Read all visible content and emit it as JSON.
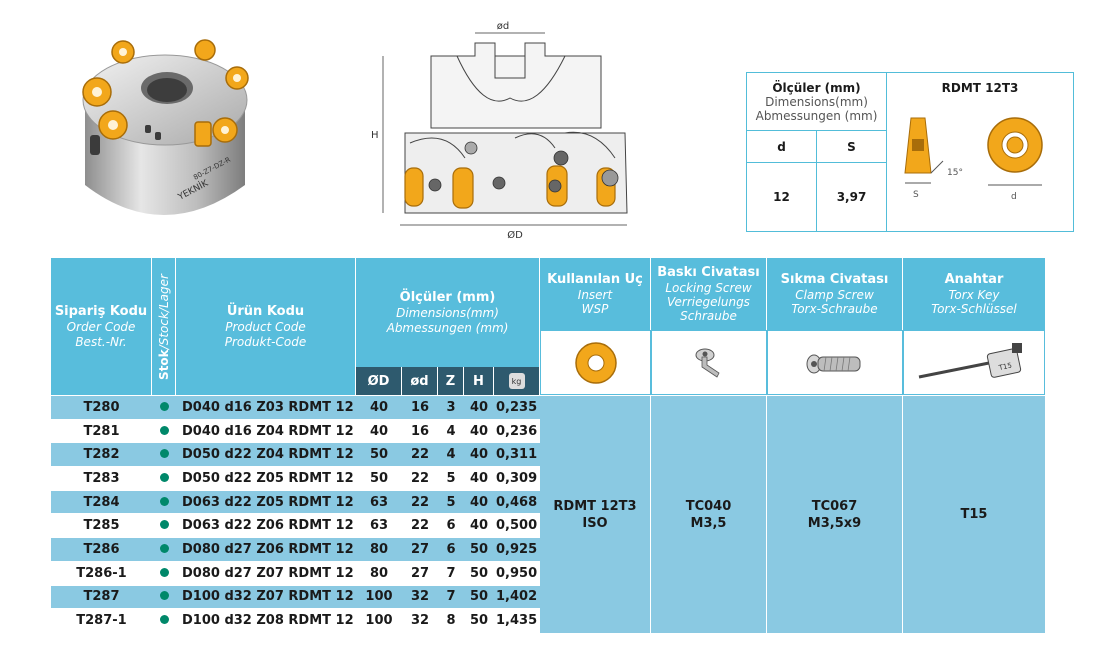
{
  "drawing": {
    "od": "ød",
    "od_big": "ØD",
    "h": "H"
  },
  "dims": {
    "header_main": "Ölçüler (mm)",
    "header_sub1": "Dimensions(mm)",
    "header_sub2": "Abmessungen (mm)",
    "insert_title": "RDMT 12T3",
    "col_d": "d",
    "col_s": "S",
    "val_d": "12",
    "val_s": "3,97",
    "angle": "15°",
    "dim_s": "S",
    "dim_d": "d"
  },
  "photo": {
    "brand_text": "YEKNİK",
    "code_text": "80-Z7-DZ-R"
  },
  "table": {
    "order": {
      "main": "Sipariş Kodu",
      "sub1": "Order Code",
      "sub2": "Best.-Nr."
    },
    "stock": {
      "main": "Stok",
      "sub": "/Stock/Lager"
    },
    "product": {
      "main": "Ürün Kodu",
      "sub1": "Product Code",
      "sub2": "Produkt-Code"
    },
    "dims": {
      "main": "Ölçüler (mm)",
      "sub1": "Dimensions(mm)",
      "sub2": "Abmessungen (mm)"
    },
    "cols": {
      "OD": "ØD",
      "od": "ød",
      "z": "Z",
      "h": "H",
      "kg": "kg"
    },
    "rows": [
      {
        "code": "T280",
        "product": "D040 d16 Z03 RDMT 12",
        "OD": "40",
        "od": "16",
        "z": "3",
        "h": "40",
        "w": "0,235"
      },
      {
        "code": "T281",
        "product": "D040 d16 Z04 RDMT 12",
        "OD": "40",
        "od": "16",
        "z": "4",
        "h": "40",
        "w": "0,236"
      },
      {
        "code": "T282",
        "product": "D050 d22 Z04 RDMT 12",
        "OD": "50",
        "od": "22",
        "z": "4",
        "h": "40",
        "w": "0,311"
      },
      {
        "code": "T283",
        "product": "D050 d22 Z05 RDMT 12",
        "OD": "50",
        "od": "22",
        "z": "5",
        "h": "40",
        "w": "0,309"
      },
      {
        "code": "T284",
        "product": "D063 d22 Z05 RDMT 12",
        "OD": "63",
        "od": "22",
        "z": "5",
        "h": "40",
        "w": "0,468"
      },
      {
        "code": "T285",
        "product": "D063 d22 Z06 RDMT 12",
        "OD": "63",
        "od": "22",
        "z": "6",
        "h": "40",
        "w": "0,500"
      },
      {
        "code": "T286",
        "product": "D080 d27 Z06 RDMT 12",
        "OD": "80",
        "od": "27",
        "z": "6",
        "h": "50",
        "w": "0,925"
      },
      {
        "code": "T286-1",
        "product": "D080 d27 Z07 RDMT 12",
        "OD": "80",
        "od": "27",
        "z": "7",
        "h": "50",
        "w": "0,950"
      },
      {
        "code": "T287",
        "product": "D100 d32 Z07 RDMT 12",
        "OD": "100",
        "od": "32",
        "z": "7",
        "h": "50",
        "w": "1,402"
      },
      {
        "code": "T287-1",
        "product": "D100 d32 Z08 RDMT 12",
        "OD": "100",
        "od": "32",
        "z": "8",
        "h": "50",
        "w": "1,435"
      }
    ]
  },
  "right": {
    "insert": {
      "main": "Kullanılan Uç",
      "sub1": "Insert",
      "sub2": "WSP",
      "val1": "RDMT 12T3",
      "val2": "ISO"
    },
    "lock": {
      "main": "Baskı Civatası",
      "sub1": "Locking Screw",
      "sub2": "Verriegelungs",
      "sub3": "Schraube",
      "val1": "TC040",
      "val2": "M3,5"
    },
    "clamp": {
      "main": "Sıkma Civatası",
      "sub1": "Clamp Screw",
      "sub2": "Torx-Schraube",
      "val1": "TC067",
      "val2": "M3,5x9"
    },
    "key": {
      "main": "Anahtar",
      "sub1": "Torx Key",
      "sub2": "Torx-Schlüssel",
      "val1": "T15",
      "key_label": "T15"
    }
  },
  "colors": {
    "header": "#58bddc",
    "alt_row": "#8ac9e2",
    "dark": "#2e5a6e",
    "stock_dot": "#00886a",
    "insert_gold": "#f2a71b"
  }
}
